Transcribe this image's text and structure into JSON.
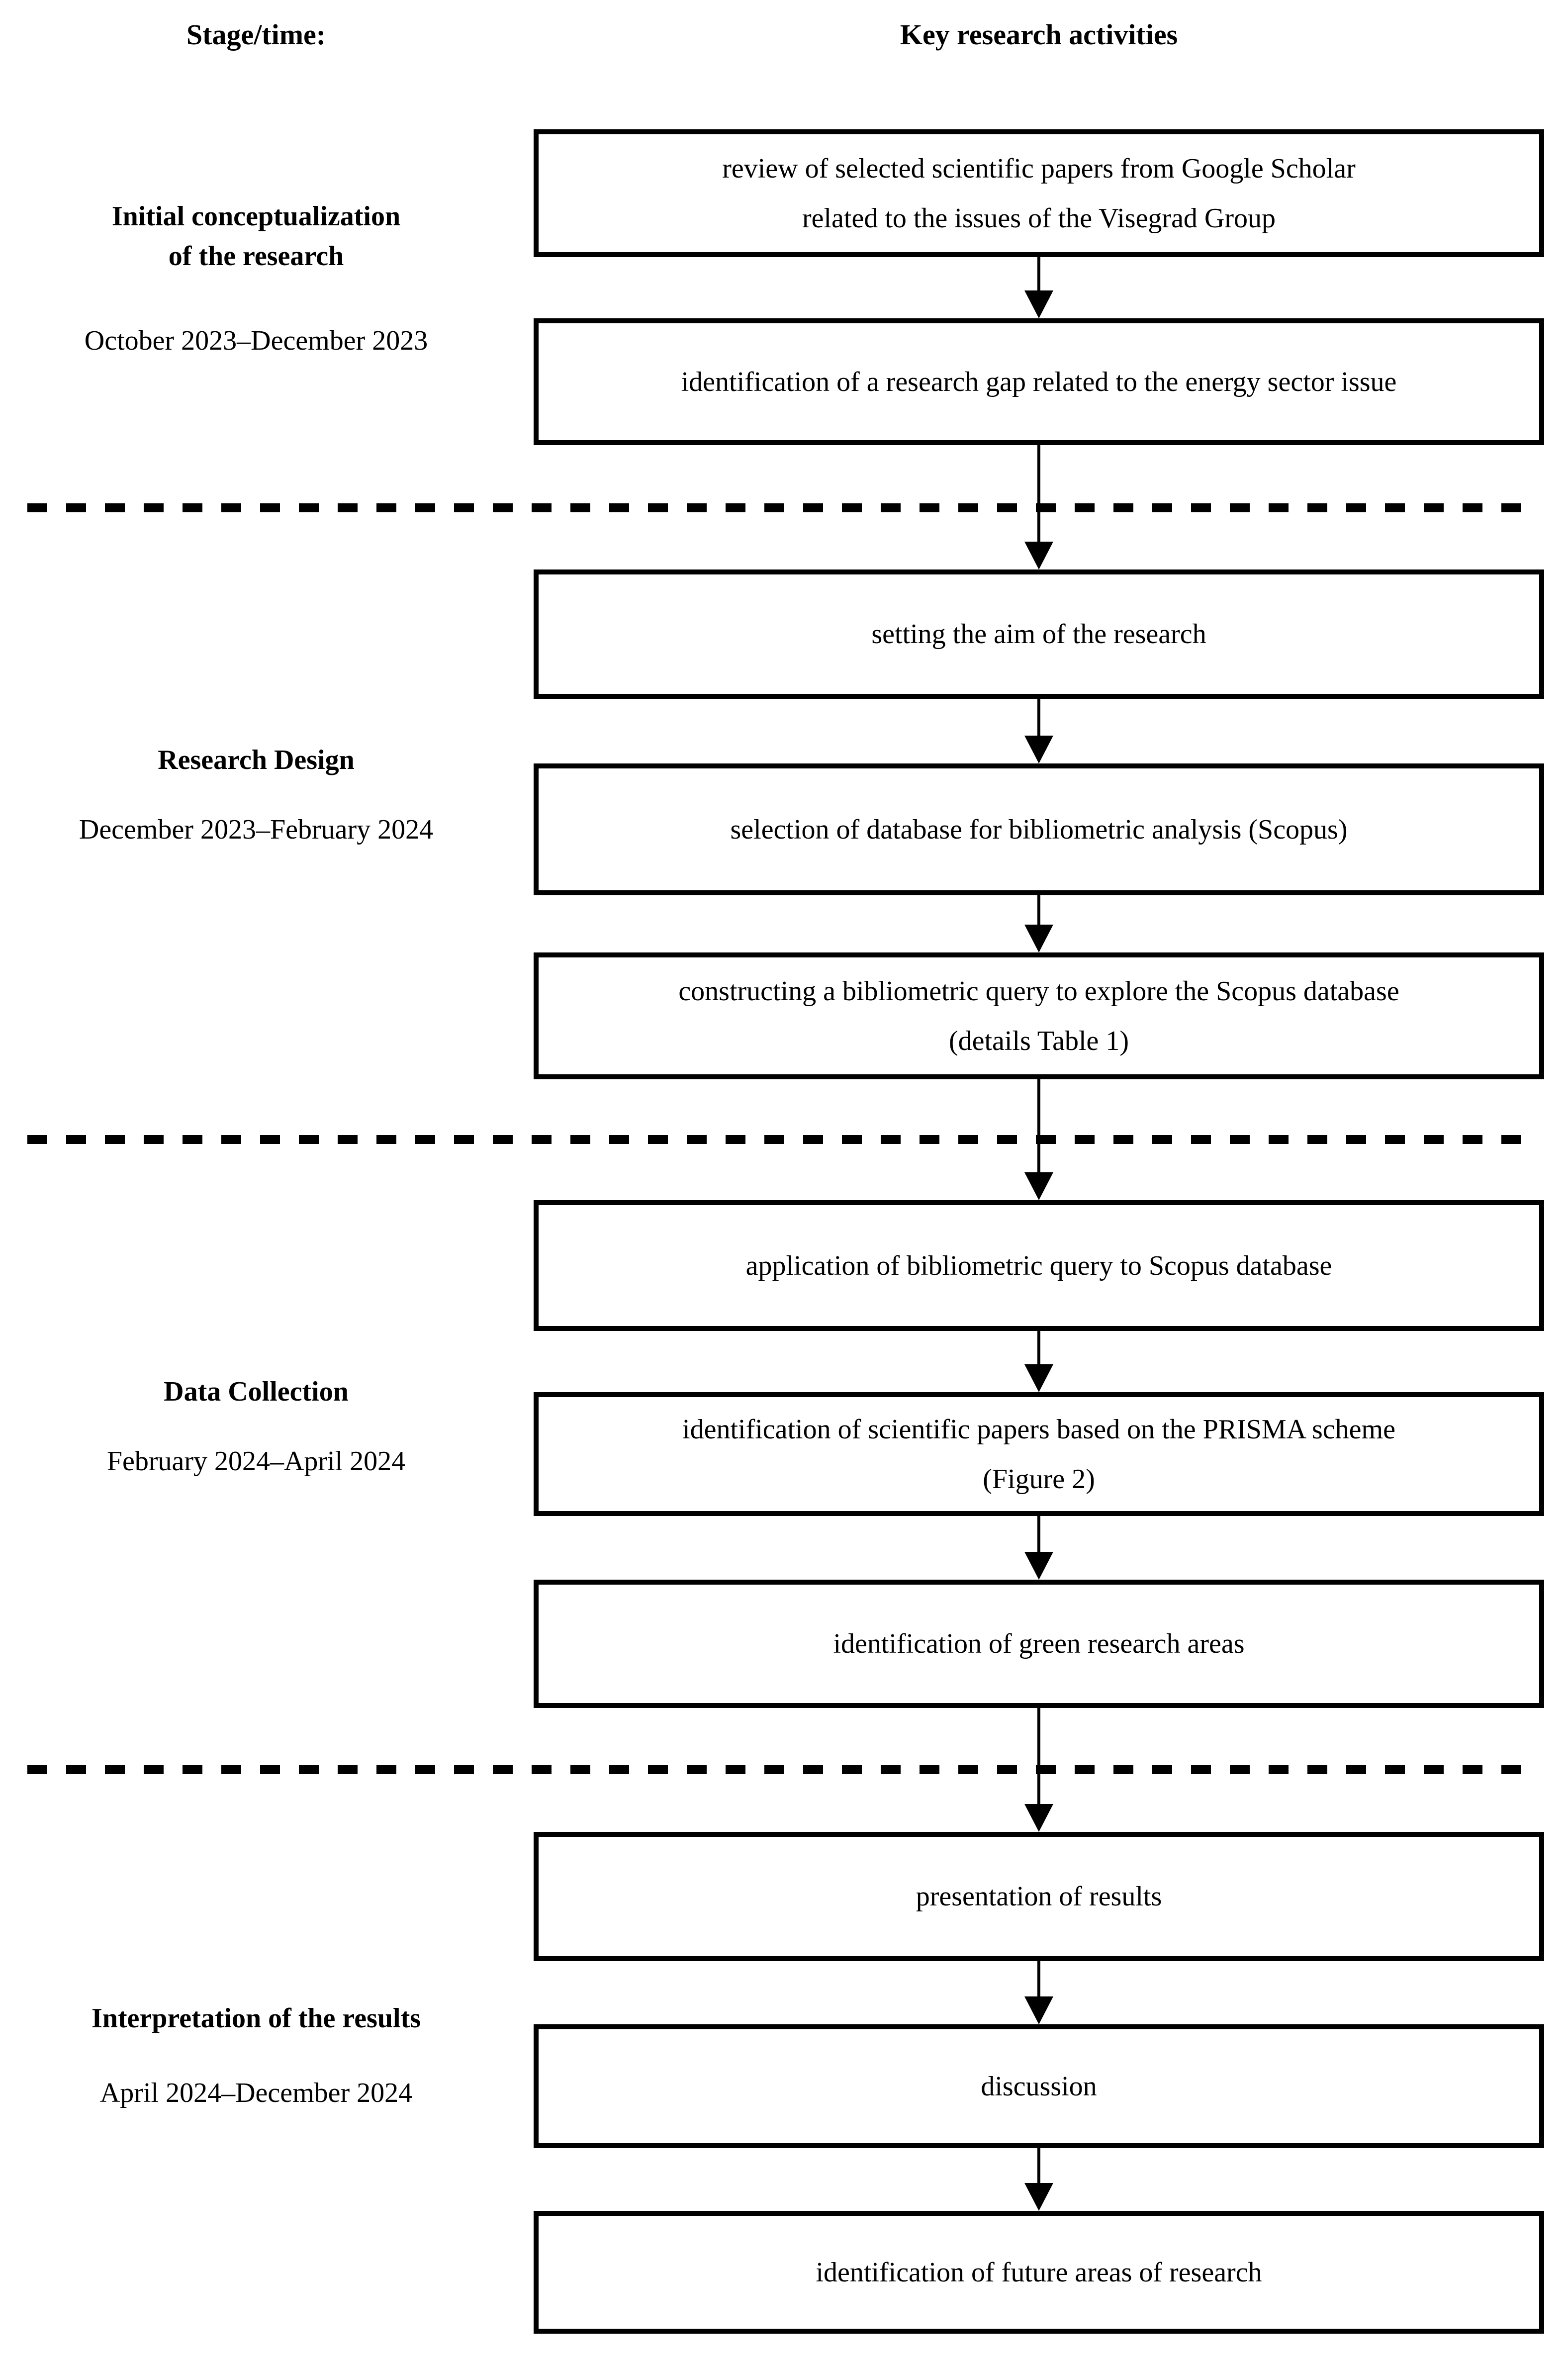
{
  "colors": {
    "ink": "#000000",
    "paper": "#ffffff"
  },
  "header": {
    "stage_time": "Stage/time:",
    "key_activities": "Key research activities"
  },
  "stages": [
    {
      "name_lines": [
        "Initial conceptualization",
        "of the research"
      ],
      "period": "October 2023–December 2023"
    },
    {
      "name_lines": [
        "Research Design"
      ],
      "period": "December 2023–February 2024"
    },
    {
      "name_lines": [
        "Data Collection"
      ],
      "period": "February 2024–April 2024"
    },
    {
      "name_lines": [
        "Interpretation of the results"
      ],
      "period": "April 2024–December 2024"
    }
  ],
  "activities": [
    {
      "lines": [
        "review of selected scientific papers from Google Scholar",
        "related to the issues of the Visegrad Group"
      ]
    },
    {
      "lines": [
        "identification of a research gap related to the energy sector issue"
      ]
    },
    {
      "lines": [
        "setting the aim of the research"
      ]
    },
    {
      "lines": [
        "selection of database for bibliometric analysis (Scopus)"
      ]
    },
    {
      "lines": [
        "constructing a bibliometric query to explore the Scopus database",
        "(details Table 1)"
      ]
    },
    {
      "lines": [
        "application of bibliometric query to Scopus database"
      ]
    },
    {
      "lines": [
        "identification of scientific papers based on the PRISMA scheme",
        "(Figure 2)"
      ]
    },
    {
      "lines": [
        "identification of green research areas"
      ]
    },
    {
      "lines": [
        "presentation of results"
      ]
    },
    {
      "lines": [
        "discussion"
      ]
    },
    {
      "lines": [
        "identification of future areas of research"
      ]
    }
  ]
}
